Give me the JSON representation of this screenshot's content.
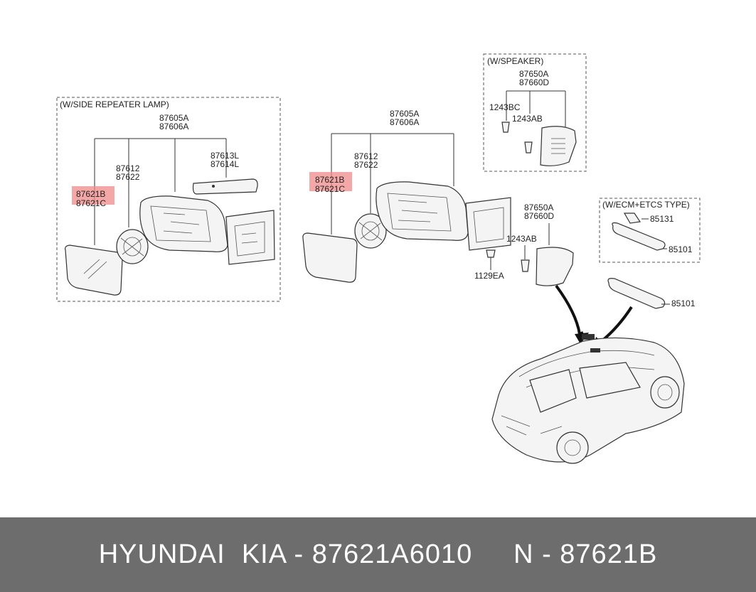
{
  "boxes": {
    "left_title": "(W/SIDE REPEATER LAMP)",
    "speaker_title": "(W/SPEAKER)",
    "ecm_title": "(W/ECM+ETCS TYPE)"
  },
  "labels": {
    "l_87605A": "87605A",
    "l_87606A": "87606A",
    "l_87612": "87612",
    "l_87622": "87622",
    "l_87613L": "87613L",
    "l_87614L": "87614L",
    "l_87621B": "87621B",
    "l_87621C": "87621C",
    "m_87605A": "87605A",
    "m_87606A": "87606A",
    "m_87612": "87612",
    "m_87622": "87622",
    "m_87621B": "87621B",
    "m_87621C": "87621C",
    "s_87650A": "87650A",
    "s_87660D": "87660D",
    "s_1243BC": "1243BC",
    "s_1243AB": "1243AB",
    "c_87650A": "87650A",
    "c_87660D": "87660D",
    "c_1243AB": "1243AB",
    "c_1129EA": "1129EA",
    "e_85131": "85131",
    "e_85101": "85101",
    "r_85101": "85101"
  },
  "footer": {
    "text": "HYUNDAI  KIA - 87621A6010     N - 87621B"
  },
  "colors": {
    "highlight": "#f08a8a",
    "footer_bg": "#6d6d6d",
    "footer_text": "#ffffff"
  }
}
